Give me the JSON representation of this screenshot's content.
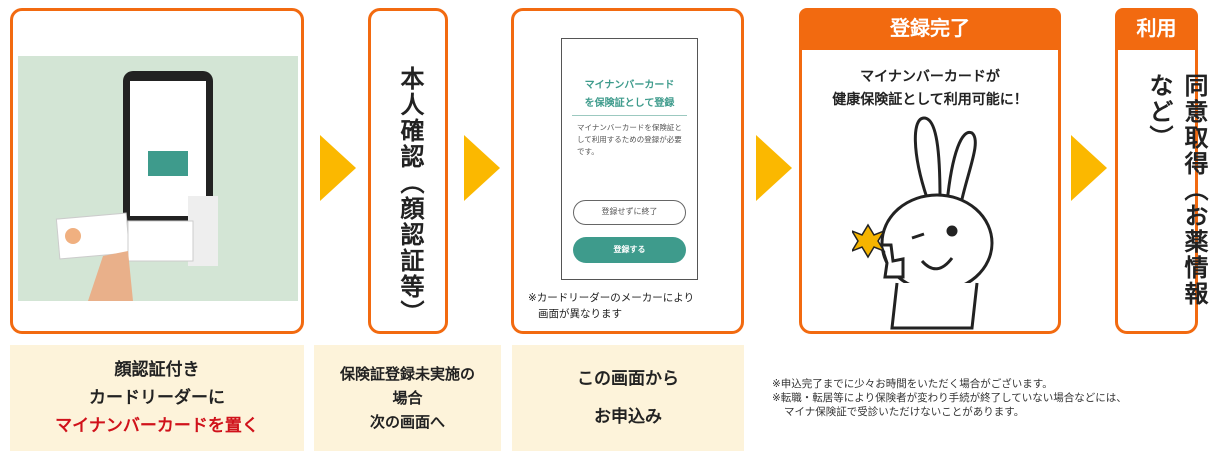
{
  "step1": {
    "caption_line1": "顔認証付き",
    "caption_line2": "カードリーダーに",
    "caption_highlight": "マイナンバーカードを置く"
  },
  "step2": {
    "vertical_text": "本人確認（顔認証等）",
    "caption_line1": "保険証登録未実施の",
    "caption_line2": "場合",
    "caption_line3": "次の画面へ"
  },
  "step3": {
    "screen_title_line1": "マイナンバーカード",
    "screen_title_line2": "を保険証として登録",
    "screen_body": "マイナンバーカードを保険証として利用するための登録が必要です。",
    "skip_button": "登録せずに終了",
    "register_button": "登録する",
    "note_line1": "※カードリーダーのメーカーにより",
    "note_line2": "画面が異なります",
    "caption_line1": "この画面から",
    "caption_line2": "お申込み"
  },
  "step4": {
    "header": "登録完了",
    "text_line1": "マイナンバーカードが",
    "text_line2": "健康保険証として利用可能に！",
    "note_line1": "※申込完了までに少々お時間をいただく場合がございます。",
    "note_line2": "※転職・転居等により保険者が変わり手続が終了していない場合などには、",
    "note_line3": "マイナ保険証で受診いただけないことがあります。"
  },
  "step5": {
    "header": "利用",
    "vertical_text": "同意取得（お薬情報など）"
  },
  "colors": {
    "orange": "#f26a10",
    "arrow": "#fbb800",
    "teal": "#3e9b8c",
    "red": "#d0121b",
    "cream": "#fdf3da"
  }
}
